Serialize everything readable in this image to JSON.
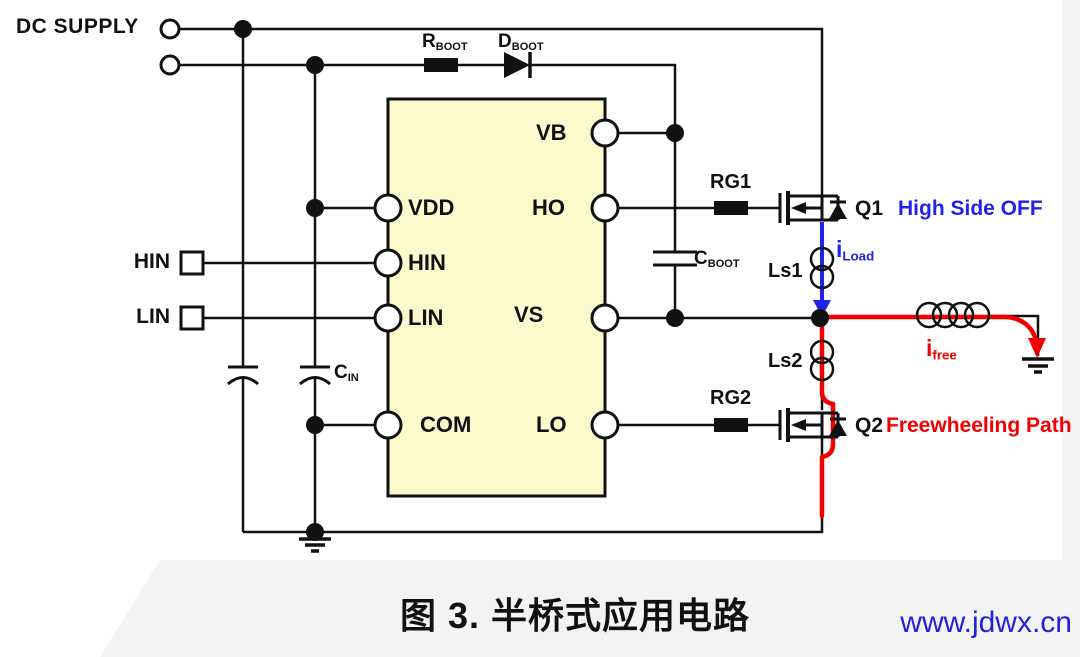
{
  "figure": {
    "caption": "图 3. 半桥式应用电路",
    "watermark": "www.jdwx.cn"
  },
  "supply": {
    "label": "DC SUPPLY"
  },
  "inputs": {
    "hin": "HIN",
    "lin": "LIN"
  },
  "ic": {
    "pins": {
      "vdd": "VDD",
      "hin": "HIN",
      "lin": "LIN",
      "com": "COM",
      "vb": "VB",
      "ho": "HO",
      "vs": "VS",
      "lo": "LO"
    }
  },
  "components": {
    "rboot": {
      "name": "R",
      "sub": "BOOT"
    },
    "dboot": {
      "name": "D",
      "sub": "BOOT"
    },
    "cin": {
      "name": "C",
      "sub": "IN"
    },
    "cboot": {
      "name": "C",
      "sub": "BOOT"
    },
    "rg1": "RG1",
    "rg2": "RG2",
    "q1": "Q1",
    "q2": "Q2",
    "ls1": "Ls1",
    "ls2": "Ls2"
  },
  "annotations": {
    "high_side_off": "High Side OFF",
    "freewheeling_path": "Freewheeling Path",
    "i_load": {
      "name": "i",
      "sub": "Load"
    },
    "i_free": {
      "name": "i",
      "sub": "free"
    }
  },
  "colors": {
    "ic_fill": "#FCFACD",
    "wire": "#111111",
    "blue": "#2222EE",
    "red": "#F20000",
    "watermark_blue": "#2222DD"
  }
}
